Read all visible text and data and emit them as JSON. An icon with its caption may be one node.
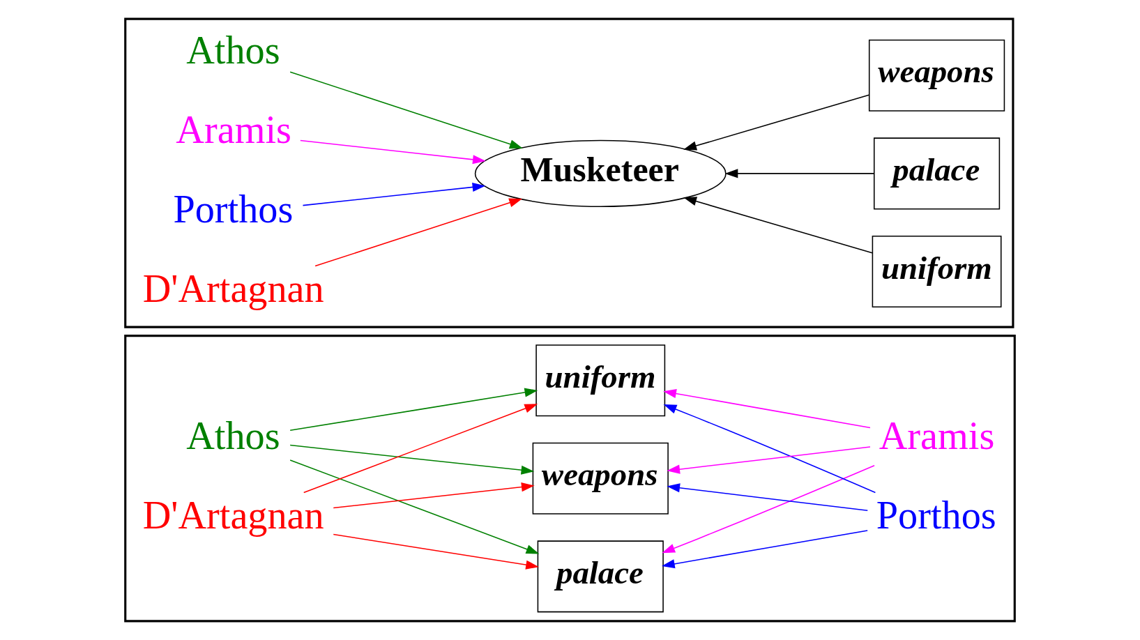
{
  "diagram": {
    "nodes": [
      {
        "text": [],
        "shape": "box"
      },
      {
        "text": [
          "Athos"
        ],
        "in": 0
      },
      {
        "text": [
          "palace"
        ],
        "in": 0
      },
      {
        "text": [
          "Aramis"
        ],
        "in": 0
      },
      {
        "text": [
          "uniform"
        ],
        "in": 0
      },
      {
        "text": [
          "D'Artagnan"
        ],
        "in": 0
      },
      {
        "text": [
          "weapons"
        ],
        "in": 0
      },
      {
        "text": [
          "Porthos"
        ],
        "in": 0
      },
      {
        "text": [],
        "shape": "box"
      },
      {
        "text": [
          "Athos"
        ],
        "in": 8
      },
      {
        "text": [
          "palace"
        ],
        "in": 8
      },
      {
        "text": [
          "Aramis"
        ],
        "in": 8
      },
      {
        "text": [
          "Musketeer"
        ],
        "in": 8
      },
      {
        "text": [
          "uniform"
        ],
        "in": 8
      },
      {
        "text": [
          "Porthos"
        ],
        "in": 8
      },
      {
        "text": [
          "D'Artagnan"
        ],
        "in": 8
      },
      {
        "text": [
          "weapons"
        ],
        "in": 8
      }
    ],
    "edges": [
      {
        "from": 1,
        "to": 2,
        "arrow": "to",
        "color": "#008000"
      },
      {
        "from": 1,
        "to": 4,
        "arrow": "to",
        "color": "#008000"
      },
      {
        "from": 1,
        "to": 6,
        "arrow": "to",
        "color": "#008000"
      },
      {
        "from": 5,
        "to": 2,
        "arrow": "to",
        "color": "#ff0000"
      },
      {
        "from": 5,
        "to": 4,
        "arrow": "to",
        "color": "#ff0000"
      },
      {
        "from": 5,
        "to": 6,
        "arrow": "to",
        "color": "#ff0000"
      },
      {
        "from": 3,
        "to": 2,
        "arrow": "to",
        "color": "#ff00ff"
      },
      {
        "from": 3,
        "to": 4,
        "arrow": "to",
        "color": "#ff00ff"
      },
      {
        "from": 3,
        "to": 6,
        "arrow": "to",
        "color": "#ff00ff"
      },
      {
        "from": 7,
        "to": 2,
        "arrow": "to",
        "color": "#0000ff"
      },
      {
        "from": 7,
        "to": 4,
        "arrow": "to",
        "color": "#0000ff"
      },
      {
        "from": 7,
        "to": 6,
        "arrow": "to",
        "color": "#0000ff"
      },
      {
        "from": 9,
        "to": 12,
        "arrow": "to",
        "color": "#008000"
      },
      {
        "from": 11,
        "to": 12,
        "arrow": "to",
        "color": "#ff00ff"
      },
      {
        "from": 14,
        "to": 12,
        "arrow": "to",
        "color": "#0000ff"
      },
      {
        "from": 15,
        "to": 12,
        "arrow": "to",
        "color": "#ff0000"
      },
      {
        "from": 10,
        "to": 12,
        "arrow": "to",
        "color": "#000000"
      },
      {
        "from": 13,
        "to": 12,
        "arrow": "to",
        "color": "#000000"
      },
      {
        "from": 16,
        "to": 12,
        "arrow": "to",
        "color": "#000000"
      }
    ]
  }
}
